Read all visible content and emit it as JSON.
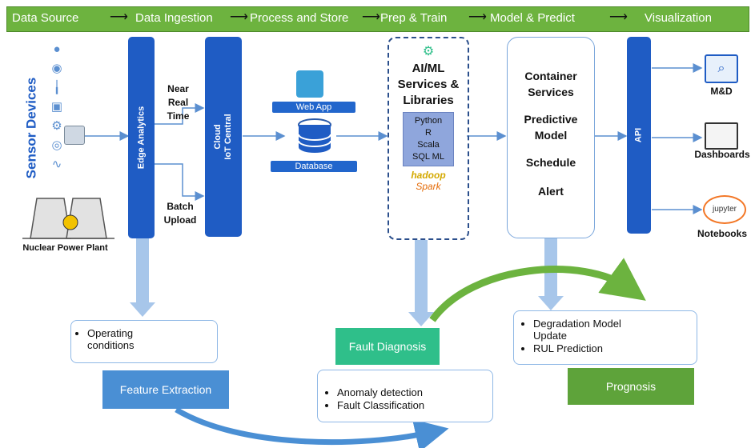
{
  "header": {
    "steps": [
      "Data Source",
      "Data Ingestion",
      "Process and Store",
      "Prep & Train",
      "Model & Predict",
      "Visualization"
    ]
  },
  "source": {
    "title": "Sensor Devices",
    "plant": "Nuclear Power Plant"
  },
  "ingestion": {
    "edge": "Edge Analytics",
    "near_real_time": "Near Real Time",
    "batch_upload": "Batch Upload",
    "cloud": "Cloud",
    "iot_central": "IoT Central"
  },
  "store": {
    "web_app": "Web App",
    "database": "Database"
  },
  "train": {
    "title": "AI/ML Services & Libraries",
    "langs": [
      "Python",
      "R",
      "Scala",
      "SQL ML"
    ],
    "hadoop": "hadoop",
    "spark": "Spark"
  },
  "predict": {
    "items": [
      "Container Services",
      "Predictive Model",
      "Schedule",
      "Alert"
    ]
  },
  "visual": {
    "api": "API",
    "outputs": [
      "M&D",
      "Dashboards",
      "Notebooks"
    ],
    "jupyter": "jupyter"
  },
  "bottom": {
    "operating": "Operating conditions",
    "feature_extraction": "Feature Extraction",
    "fault_diagnosis": "Fault Diagnosis",
    "fault_items": [
      "Anomaly detection",
      "Fault Classification"
    ],
    "prognosis_items": [
      "Degradation Model Update",
      "RUL Prediction"
    ],
    "prognosis": "Prognosis"
  }
}
